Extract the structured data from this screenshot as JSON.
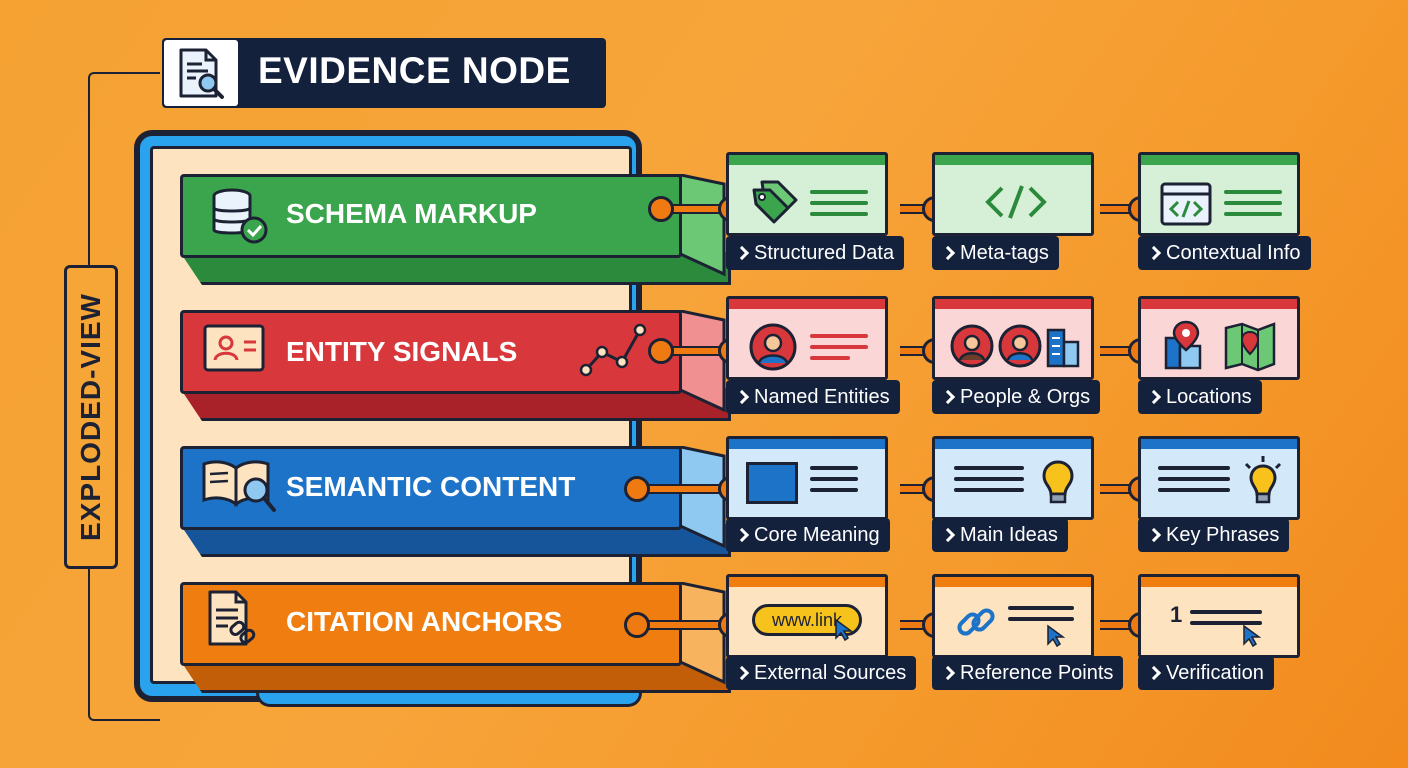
{
  "title": "EVIDENCE NODE",
  "side_label": "EXPLODED-VIEW",
  "colors": {
    "green": "#3aa54c",
    "red": "#d8383c",
    "blue": "#1d73c8",
    "orange": "#ef7d10",
    "navy": "#14213d"
  },
  "layers": [
    {
      "label": "SCHEMA MARKUP",
      "icon": "database-check-icon",
      "cards": [
        {
          "chip": "Structured Data",
          "icon": "tags-icon"
        },
        {
          "chip": "Meta-tags",
          "icon": "code-icon"
        },
        {
          "chip": "Contextual Info",
          "icon": "browser-code-icon"
        }
      ]
    },
    {
      "label": "ENTITY SIGNALS",
      "icon": "id-card-icon",
      "cards": [
        {
          "chip": "Named Entities",
          "icon": "person-icon"
        },
        {
          "chip": "People & Orgs",
          "icon": "people-building-icon"
        },
        {
          "chip": "Locations",
          "icon": "map-pin-icon"
        }
      ]
    },
    {
      "label": "SEMANTIC CONTENT",
      "icon": "book-search-icon",
      "cards": [
        {
          "chip": "Core Meaning",
          "icon": "block-icon"
        },
        {
          "chip": "Main Ideas",
          "icon": "lightbulb-icon"
        },
        {
          "chip": "Key Phrases",
          "icon": "lightbulb-icon"
        }
      ]
    },
    {
      "label": "CITATION ANCHORS",
      "icon": "document-link-icon",
      "cards": [
        {
          "chip": "External Sources",
          "icon": "link-pill-icon",
          "pill": "www.link"
        },
        {
          "chip": "Reference Points",
          "icon": "chain-icon"
        },
        {
          "chip": "Verification",
          "icon": "footnote-icon",
          "num": "1"
        }
      ]
    }
  ]
}
